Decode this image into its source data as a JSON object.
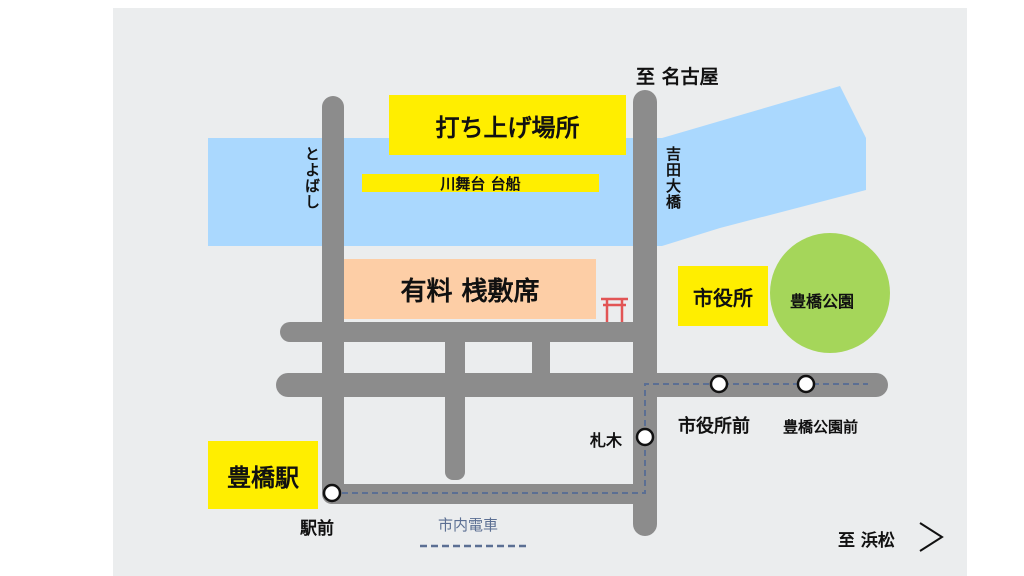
{
  "colors": {
    "background": "#ebedee",
    "river": "#aad8fe",
    "road": "#8c8c8c",
    "tram": "#5b6f93",
    "yellow": "#ffee00",
    "seating": "#fdcea6",
    "park": "#a5d65a",
    "shrine": "#e25555"
  },
  "labels": {
    "to_nagoya": "至 名古屋",
    "to_hamamatsu": "至 浜松",
    "toyobashi": "とよばし",
    "yoshida_ohashi": "吉田大橋",
    "launch_site": "打ち上げ場所",
    "stage_boat": "川舞台 台船",
    "paid_seating": "有料 桟敷席",
    "city_hall": "市役所",
    "toyohashi_park": "豊橋公園",
    "toyohashi_station": "豊橋駅",
    "stop_ekimae": "駅前",
    "stop_fudaki": "札木",
    "stop_shiyakushomae": "市役所前",
    "stop_koenmae": "豊橋公園前",
    "tram_line": "市内電車"
  },
  "icons": {
    "shrine": "torii-icon",
    "direction": "chevron-right-icon",
    "tram_stop": "circle-stop-icon"
  }
}
